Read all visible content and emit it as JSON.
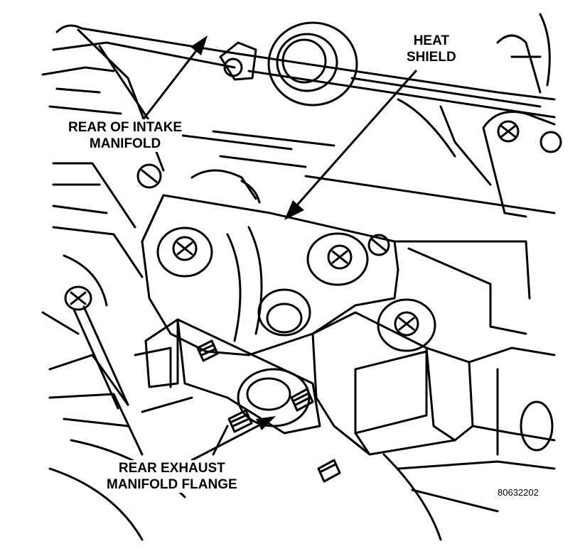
{
  "labels": {
    "heat_shield": {
      "line1": "HEAT",
      "line2": "SHIELD"
    },
    "rear_intake": {
      "line1": "REAR OF INTAKE",
      "line2": "MANIFOLD"
    },
    "rear_exhaust": {
      "line1": "REAR EXHAUST",
      "line2": "MANIFOLD FLANGE"
    }
  },
  "reference_number": "80632202",
  "colors": {
    "ink": "#000000",
    "paper": "#ffffff"
  }
}
